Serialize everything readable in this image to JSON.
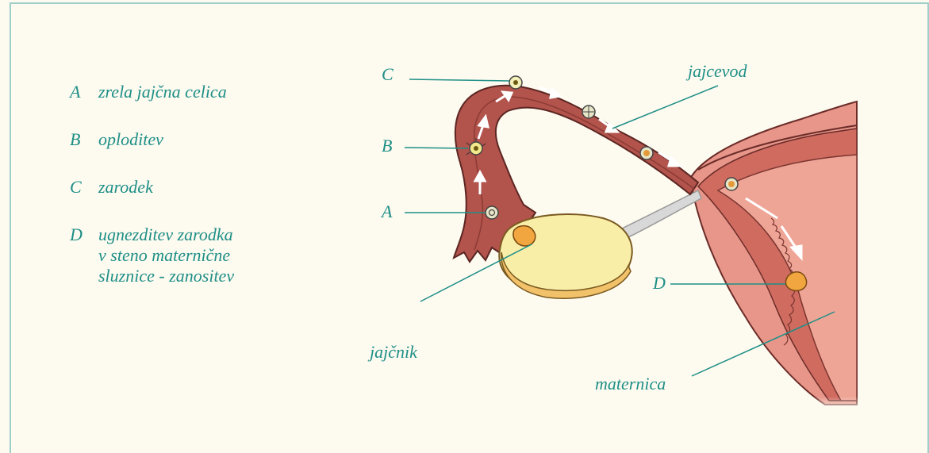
{
  "legend": [
    {
      "key": "A",
      "text": "zrela jajčna celica"
    },
    {
      "key": "B",
      "text": "oploditev"
    },
    {
      "key": "C",
      "text": "zarodek"
    },
    {
      "key": "D",
      "text": "ugnezditev zarodka\nv steno maternične\nsluznice - zanositev"
    }
  ],
  "labels": {
    "a": "A",
    "b": "B",
    "c": "C",
    "d": "D",
    "jajcevod": "jajcevod",
    "jajcnik": "jajčnik",
    "maternica": "maternica"
  },
  "colors": {
    "text": "#1e8f86",
    "tube": "#b2534c",
    "uterus": "#e8968a",
    "ovary": "#f8eea8",
    "frame": "#9fcfc8"
  }
}
